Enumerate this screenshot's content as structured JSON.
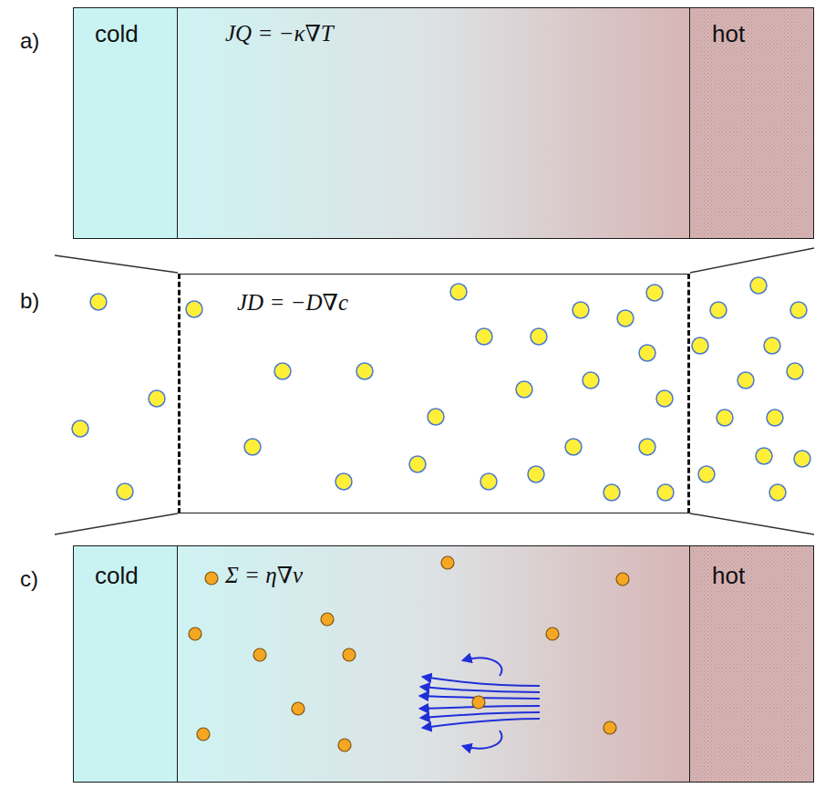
{
  "diagram": {
    "nodes": [
      {
        "text": [
          "cold"
        ]
      },
      {
        "text": [
          "JQ = −κ∇T"
        ]
      },
      {
        "text": [
          "hot"
        ]
      },
      {
        "text": [
          "JD = −D∇c"
        ]
      },
      {
        "text": [
          "cold"
        ]
      },
      {
        "text": [
          "Σ = η∇v"
        ]
      },
      {
        "text": [
          "hot"
        ]
      }
    ],
    "labels": [
      "a)",
      "b)",
      "c)"
    ]
  }
}
